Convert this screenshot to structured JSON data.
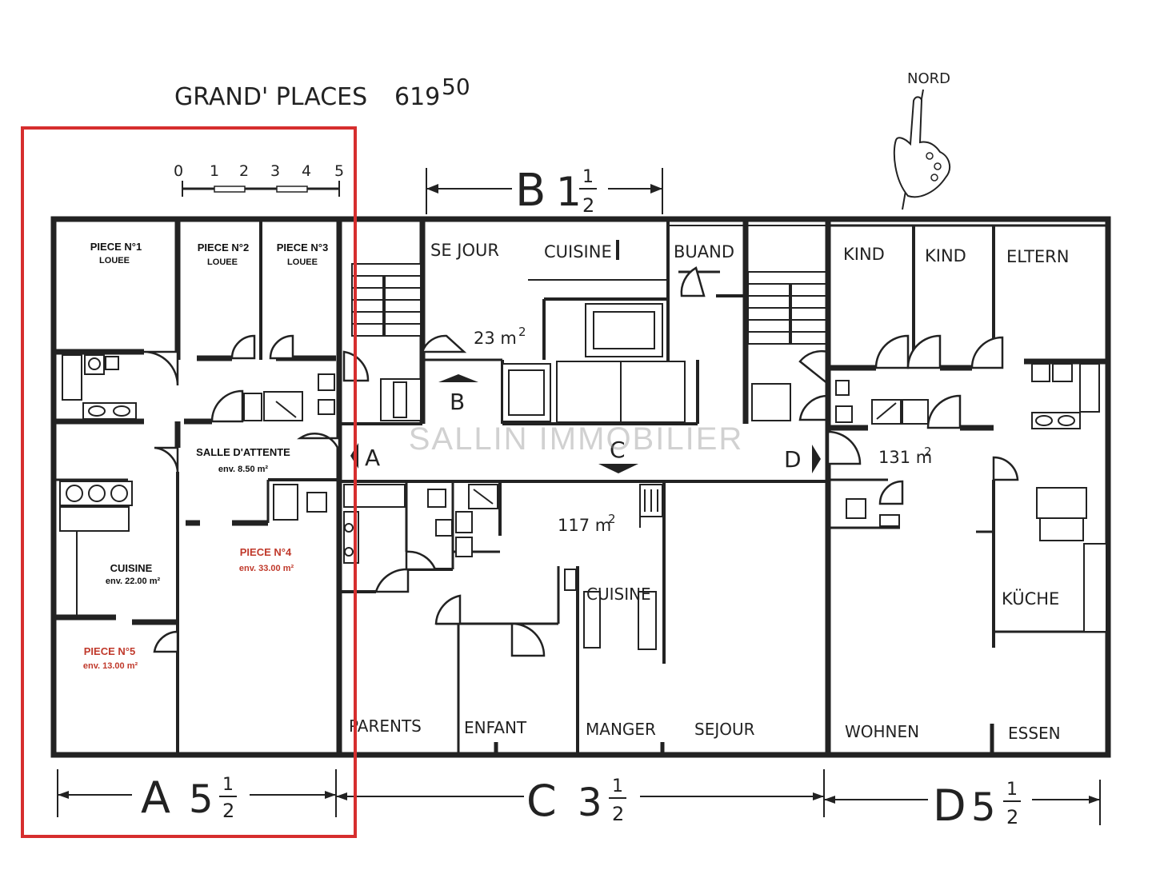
{
  "title": {
    "name": "GRAND' PLACES",
    "number": "619",
    "superscript": "50"
  },
  "north": "NORD",
  "scale_labels": [
    "0",
    "1",
    "2",
    "3",
    "4",
    "5"
  ],
  "units": {
    "a": {
      "letter": "A",
      "whole": "5",
      "num": "1",
      "den": "2"
    },
    "b": {
      "letter": "B",
      "whole": "1",
      "num": "1",
      "den": "2"
    },
    "c": {
      "letter": "C",
      "whole": "3",
      "num": "1",
      "den": "2"
    },
    "d": {
      "letter": "D",
      "whole": "5",
      "num": "1",
      "den": "2"
    }
  },
  "watermark": "SALLIN IMMOBILIER",
  "rooms_a": {
    "p1": {
      "name": "PIECE N°1",
      "status": "LOUEE"
    },
    "p2": {
      "name": "PIECE N°2",
      "status": "LOUEE"
    },
    "p3": {
      "name": "PIECE N°3",
      "status": "LOUEE"
    },
    "salle": {
      "name": "SALLE D'ATTENTE",
      "area": "env. 8.50 m²"
    },
    "cuisine": {
      "name": "CUISINE",
      "area": "env. 22.00 m²"
    },
    "p4": {
      "name": "PIECE N°4",
      "area": "env. 33.00 m²"
    },
    "p5": {
      "name": "PIECE N°5",
      "area": "env. 13.00 m²"
    }
  },
  "rooms_b": {
    "sejour": "SE JOUR",
    "cuisine": "CUISINE",
    "area": "23 m",
    "sup": "2",
    "buand": "BUAND"
  },
  "rooms_c": {
    "area": "117 m",
    "sup": "2",
    "cuisine": "CUISINE",
    "parents": "PARENTS",
    "enfant": "ENFANT",
    "manger": "MANGER",
    "sejour": "SEJOUR"
  },
  "rooms_d": {
    "kind1": "KIND",
    "kind2": "KIND",
    "eltern": "ELTERN",
    "area": "131 m",
    "sup": "2",
    "kuche": "KÜCHE",
    "wohnen": "WOHNEN",
    "essen": "ESSEN"
  },
  "corridor": {
    "a": "A",
    "b": "B",
    "c": "C",
    "d": "D"
  },
  "colors": {
    "highlight": "#d62e2e",
    "wall": "#222222",
    "red_text": "#c0392b"
  }
}
